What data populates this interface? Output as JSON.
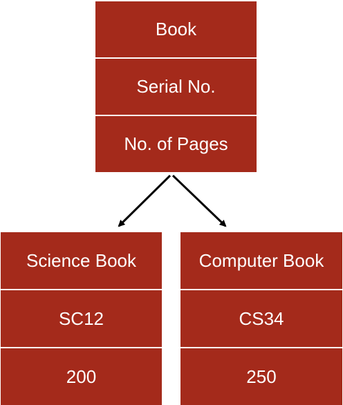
{
  "parent": {
    "title": "Book",
    "rows": [
      "Serial No.",
      "No. of Pages"
    ]
  },
  "children": [
    {
      "title": "Science Book",
      "rows": [
        "SC12",
        "200"
      ]
    },
    {
      "title": "Computer Book",
      "rows": [
        "CS34",
        "250"
      ]
    }
  ],
  "colors": {
    "box_fill": "#a42a1b",
    "text": "#ffffff",
    "arrow": "#000000"
  }
}
